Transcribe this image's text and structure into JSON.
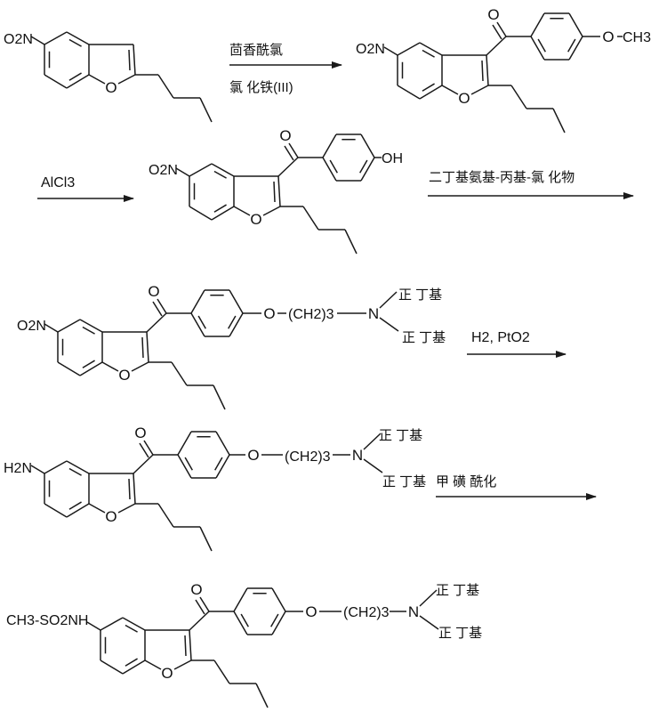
{
  "atoms": {
    "oxygen": "O",
    "nitrogen": "N"
  },
  "line_color": "#1a1a1a",
  "molecules": [
    {
      "substituent": "O2N"
    },
    {
      "substituent": "O2N",
      "para_tail": "CH3"
    },
    {
      "substituent": "O2N",
      "para_group": "OH"
    },
    {
      "substituent": "O2N",
      "chain": "(CH2)3",
      "amine_upper": "正 丁基",
      "amine_lower": "正 丁基"
    },
    {
      "substituent": "H2N",
      "chain": "(CH2)3",
      "amine_upper": "正 丁基",
      "amine_lower": "正 丁基"
    },
    {
      "substituent": "CH3-SO2NH",
      "chain": "(CH2)3",
      "amine_upper": "正 丁基",
      "amine_lower": "正 丁基"
    }
  ],
  "steps": [
    {
      "reagent_above": "茴香酰氯",
      "reagent_below": "氯 化铁(III)"
    },
    {
      "reagent_above": "AlCl3"
    },
    {
      "reagent_above": "二丁基氨基-丙基-氯 化物"
    },
    {
      "reagent_above": "H2, PtO2"
    },
    {
      "reagent_above": "甲 磺 酰化"
    }
  ]
}
